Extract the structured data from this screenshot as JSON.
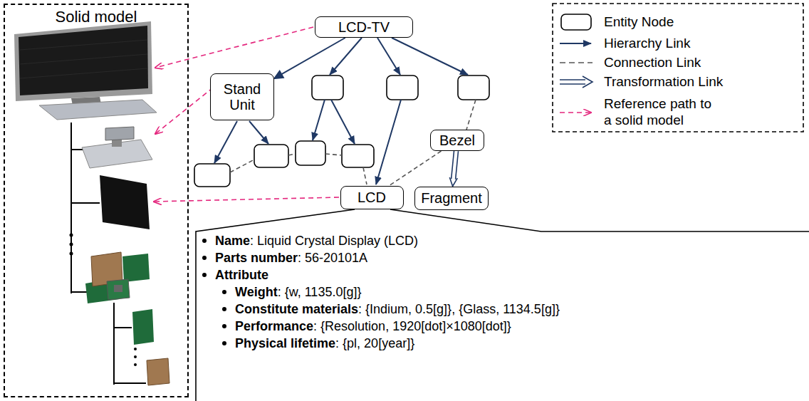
{
  "diagram": {
    "nodes": [
      {
        "text": [
          "Solid model"
        ]
      },
      {
        "text": [
          "LCD-TV"
        ]
      },
      {
        "text": [
          "Stand Unit"
        ]
      },
      {
        "text": [
          "Bezel"
        ]
      },
      {
        "text": [
          "LCD"
        ]
      },
      {
        "text": [
          "Fragment"
        ]
      },
      {
        "text": [
          "Name",
          ": Liquid Crystal Display (LCD)",
          "Parts number",
          ": 56-20101A",
          "Attribute",
          "Weight",
          ": {w, 1135.0[g]}",
          "Constitute materials",
          ": {Indium, 0.5[g]}, {Glass, 1134.5[g]}",
          "Performance",
          ": {Resolution, 1920[dot]×1080[dot]}",
          "Physical lifetime",
          ": {pl, 20[year]}"
        ]
      }
    ],
    "edges": [
      {
        "from": 1,
        "to": 2,
        "arrow": "to"
      },
      {
        "from": 3,
        "to": 4,
        "arrow": "none"
      },
      {
        "from": 3,
        "to": 5,
        "arrow": "to"
      }
    ],
    "legend": [
      {
        "text": "Entity Node"
      },
      {
        "text": "Hierarchy Link"
      },
      {
        "text": "Connection Link"
      },
      {
        "text": "Transformation Link"
      },
      {
        "text": "Reference path to a solid model"
      }
    ]
  }
}
